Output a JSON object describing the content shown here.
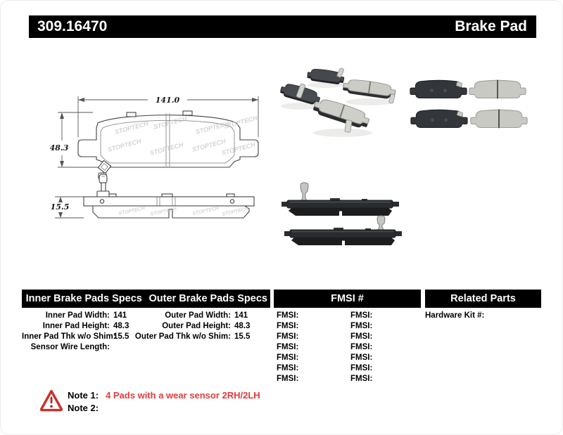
{
  "header": {
    "part_number": "309.16470",
    "product_type": "Brake Pad"
  },
  "drawing": {
    "watermark": "STOPTECH",
    "front_view": {
      "width_dim": "141.0",
      "height_dim": "48.3"
    },
    "side_view": {
      "thickness_dim": "15.5"
    }
  },
  "spec_tables": {
    "inner": {
      "title": "Inner Brake Pads Specs",
      "rows": [
        {
          "label": "Inner Pad Width:",
          "value": "141"
        },
        {
          "label": "Inner Pad Height:",
          "value": "48.3"
        },
        {
          "label": "Inner Pad Thk w/o Shim:",
          "value": "15.5"
        },
        {
          "label": "Sensor Wire Length:",
          "value": ""
        }
      ]
    },
    "outer": {
      "title": "Outer Brake Pads Specs",
      "rows": [
        {
          "label": "Outer Pad Width:",
          "value": "141"
        },
        {
          "label": "Outer Pad Height:",
          "value": "48.3"
        },
        {
          "label": "Outer Pad Thk w/o Shim:",
          "value": "15.5"
        }
      ]
    },
    "fmsi": {
      "title": "FMSI #",
      "row_label": "FMSI:",
      "row_count": 7,
      "column_count": 2
    },
    "related_parts": {
      "title": "Related Parts",
      "rows": [
        {
          "label": "Hardware Kit #:",
          "value": ""
        }
      ]
    }
  },
  "notes": {
    "note1": {
      "label": "Note 1:",
      "text": "4 Pads with a wear sensor 2RH/2LH"
    },
    "note2": {
      "label": "Note 2:",
      "text": ""
    }
  },
  "colors": {
    "header_bg": "#000000",
    "header_fg": "#ffffff",
    "note_red": "#e23b3b",
    "warning_red": "#c8302f",
    "drawing_line": "#424242",
    "pad_dark": "#3a3d41",
    "pad_light": "#c9cbc4"
  }
}
